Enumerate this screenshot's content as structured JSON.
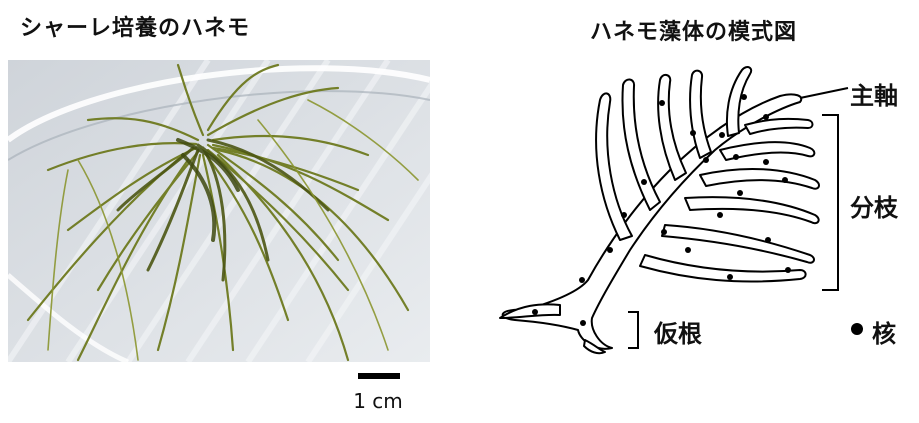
{
  "photo": {
    "title": "シャーレ培養のハネモ",
    "scale_bar_label": "1 cm"
  },
  "diagram": {
    "title": "ハネモ藻体の模式図",
    "labels": {
      "main_axis": "主軸",
      "branches": "分枝",
      "rhizoid": "仮根",
      "nucleus": "核"
    }
  },
  "colors": {
    "alga": "#6e7a1f",
    "alga_dark": "#3f4a10",
    "outline": "#000000",
    "dish": "#dfe3e8"
  }
}
